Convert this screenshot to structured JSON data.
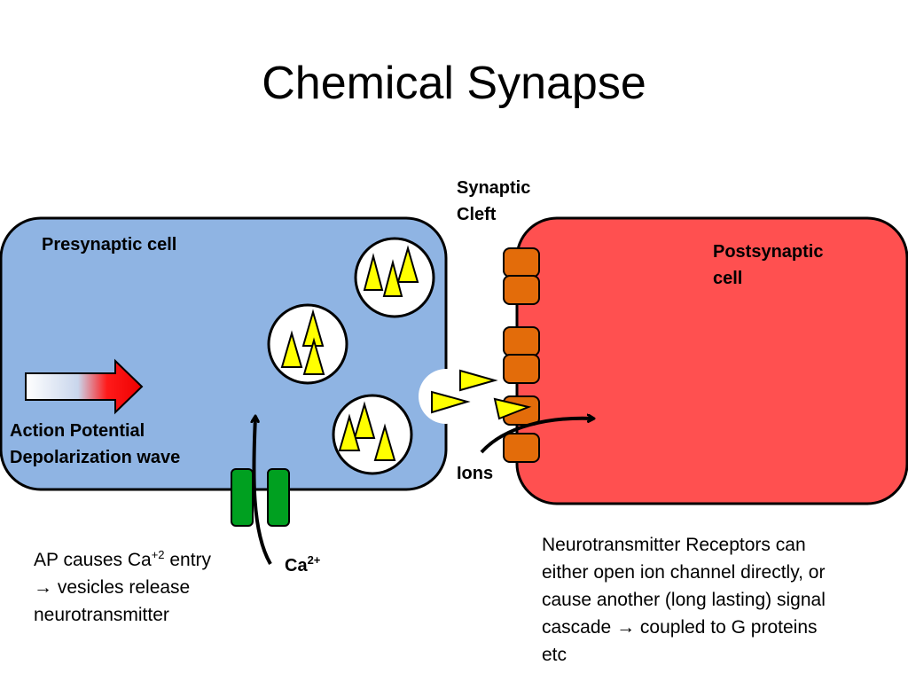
{
  "title": "Chemical Synapse",
  "labels": {
    "presynaptic": "Presynaptic cell",
    "postsynaptic_line1": "Postsynaptic",
    "postsynaptic_line2": "cell",
    "cleft_line1": "Synaptic",
    "cleft_line2": "Cleft",
    "ap_line1": "Action Potential",
    "ap_line2": "Depolarization wave",
    "ions": "Ions",
    "ca_base": "Ca",
    "ca_charge": "2+"
  },
  "notes": {
    "left_1a": "AP causes Ca",
    "left_1sup": "+2",
    "left_1b": " entry",
    "left_arrow": "→",
    "left_2": " vesicles release",
    "left_3": "neurotransmitter",
    "right_1": "Neurotransmitter Receptors can",
    "right_2": "either open ion channel directly, or",
    "right_3": "cause another (long lasting) signal",
    "right_4a": "cascade ",
    "right_arrow": "→",
    "right_4b": " coupled to G proteins",
    "right_5": "etc"
  },
  "colors": {
    "presynaptic_fill": "#8FB4E3",
    "postsynaptic_fill": "#FF5050",
    "receptor_fill": "#E36C0A",
    "channel_fill": "#00A020",
    "neurotransmitter_fill": "#FFFF00",
    "vesicle_fill": "#FFFFFF",
    "outline": "#000000",
    "arrow_red": "#FF0000"
  }
}
